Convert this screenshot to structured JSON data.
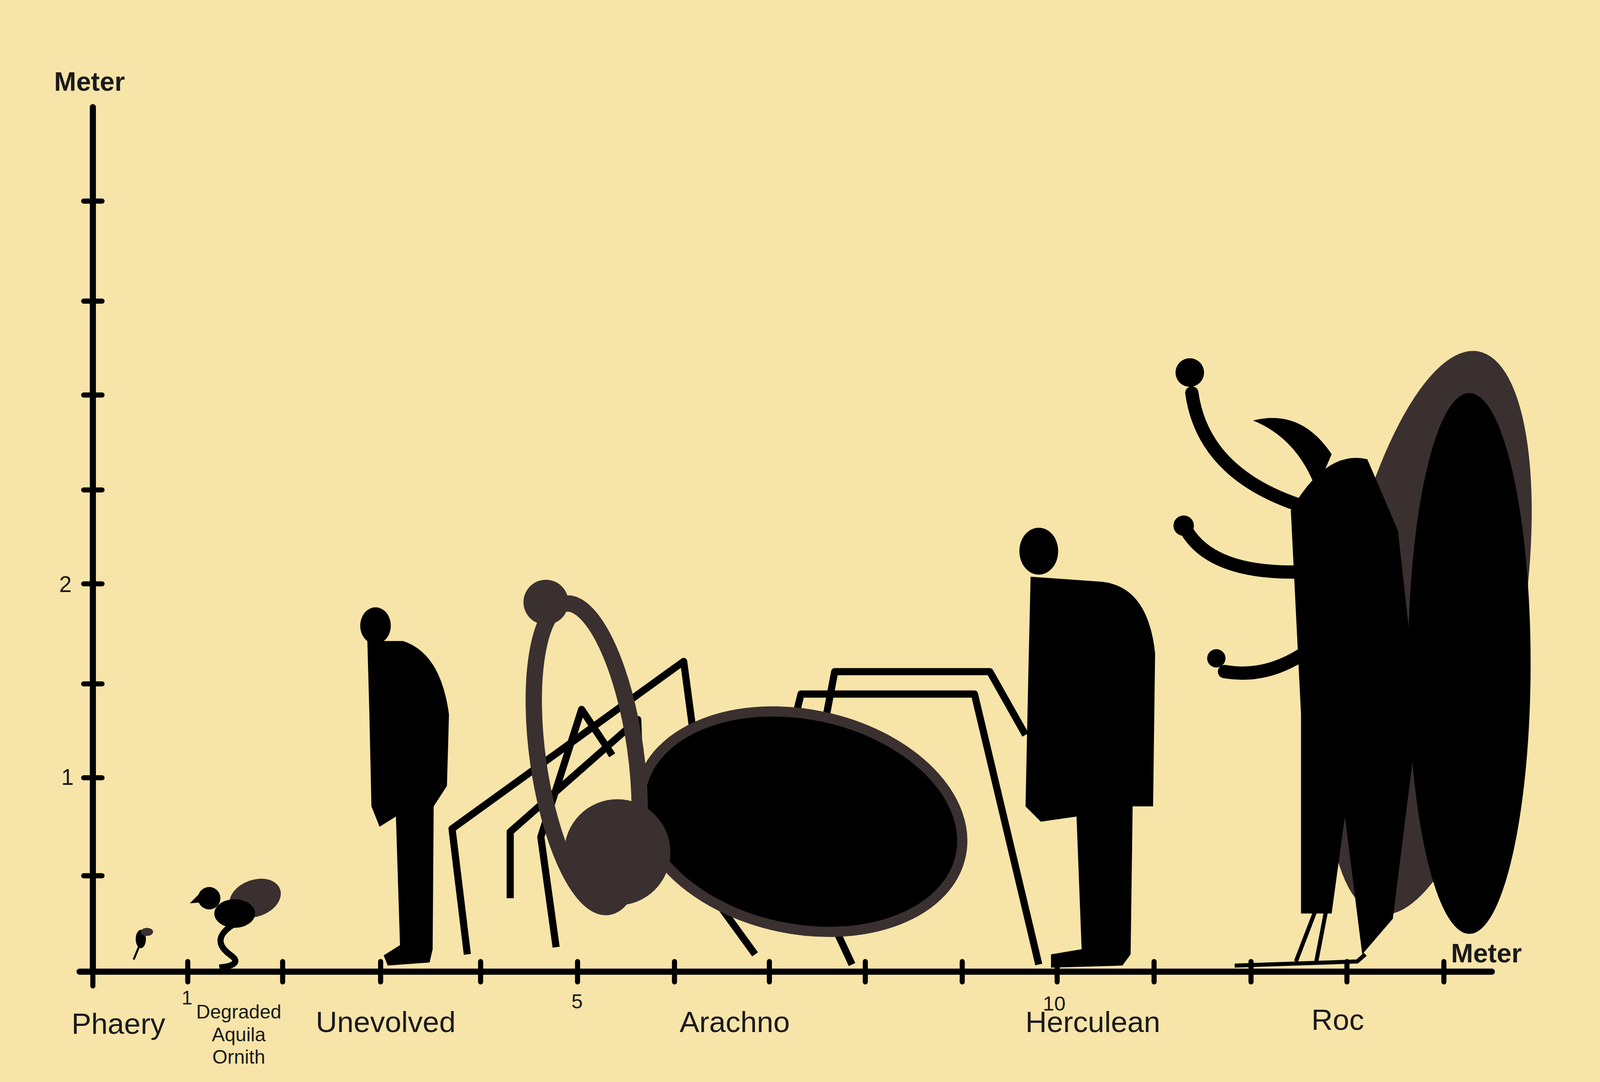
{
  "diagram": {
    "labels": [
      "Meter",
      "2",
      "1",
      "Meter",
      "1",
      "5",
      "10",
      "Phaery",
      "Degraded Aquila Ornith",
      "Unevolved",
      "Arachno",
      "Herculean",
      "Roc"
    ]
  }
}
